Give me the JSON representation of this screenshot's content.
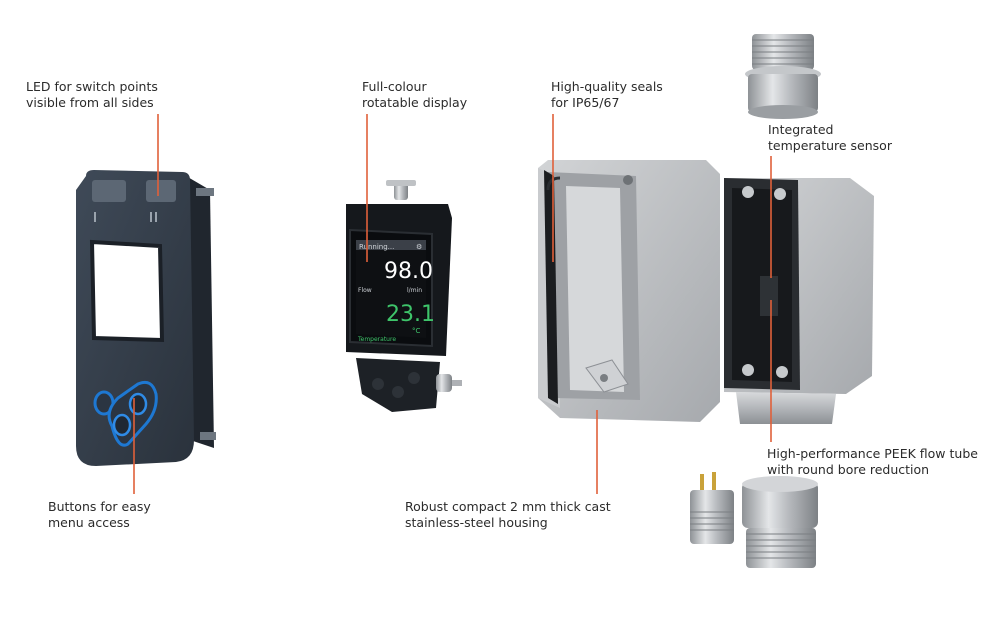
{
  "callouts": {
    "led": [
      "LED for switch points",
      "visible from all sides"
    ],
    "buttons": [
      "Buttons for easy",
      "menu access"
    ],
    "display": [
      "Full-colour",
      "rotatable display"
    ],
    "seals": [
      "High-quality seals",
      "for IP65/67"
    ],
    "sensor": [
      "Integrated",
      "temperature sensor"
    ],
    "housing": [
      "Robust compact 2 mm thick cast",
      "stainless-steel housing"
    ],
    "flowtube": [
      "High-performance PEEK flow tube",
      "with round bore reduction"
    ]
  },
  "display_screen": {
    "status": "Running...",
    "flow_value": "98.0",
    "flow_label": "Flow",
    "flow_unit": "l/min",
    "temp_value": "23.1",
    "temp_unit": "°C",
    "temp_label": "Temperature"
  },
  "colors": {
    "leader_line": "#e0603a",
    "button_ring": "#1e78d2",
    "flow_value": "#ffffff",
    "temp_value": "#3ec46a"
  }
}
